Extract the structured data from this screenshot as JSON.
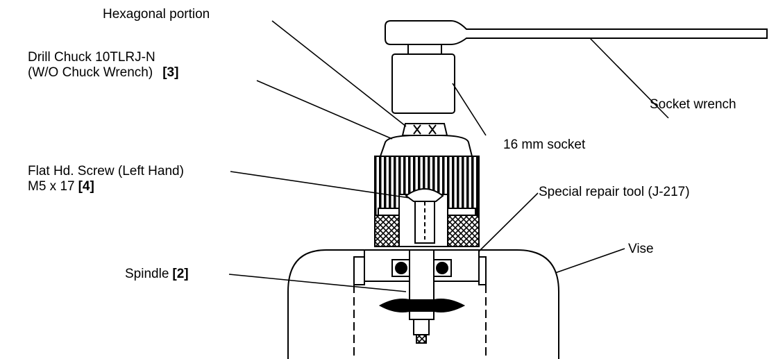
{
  "labels": {
    "hexagonal_portion": "Hexagonal portion",
    "drill_chuck_line1": "Drill Chuck 10TLRJ-N",
    "drill_chuck_line2": "(W/O Chuck Wrench)",
    "drill_chuck_ref": "[3]",
    "socket_wrench": "Socket wrench",
    "socket_16mm": "16 mm socket",
    "flat_screw_line1": "Flat Hd. Screw (Left Hand)",
    "flat_screw_line2": "M5 x 17",
    "flat_screw_ref": "[4]",
    "special_tool": "Special repair tool (J-217)",
    "vise": "Vise",
    "spindle": "Spindle",
    "spindle_ref": "[2]"
  }
}
